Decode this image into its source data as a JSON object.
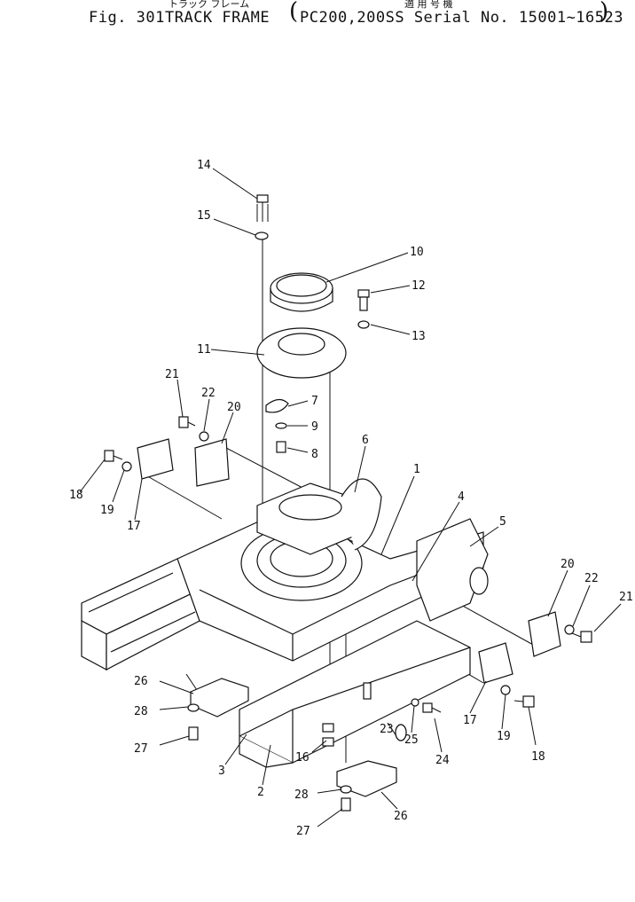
{
  "header": {
    "fig_label": "Fig. 301",
    "title": "TRACK FRAME",
    "title_kana": "トラック フレーム",
    "applicability_kana": "適 用 号 機",
    "serial_text": "PC200,200SS Serial No. 15001~16523"
  },
  "callouts": [
    "1",
    "2",
    "3",
    "4",
    "5",
    "6",
    "7",
    "8",
    "9",
    "10",
    "11",
    "12",
    "13",
    "14",
    "15",
    "16",
    "17",
    "17",
    "18",
    "18",
    "19",
    "19",
    "20",
    "20",
    "21",
    "21",
    "22",
    "22",
    "23",
    "24",
    "25",
    "26",
    "26",
    "27",
    "27",
    "28",
    "28"
  ]
}
